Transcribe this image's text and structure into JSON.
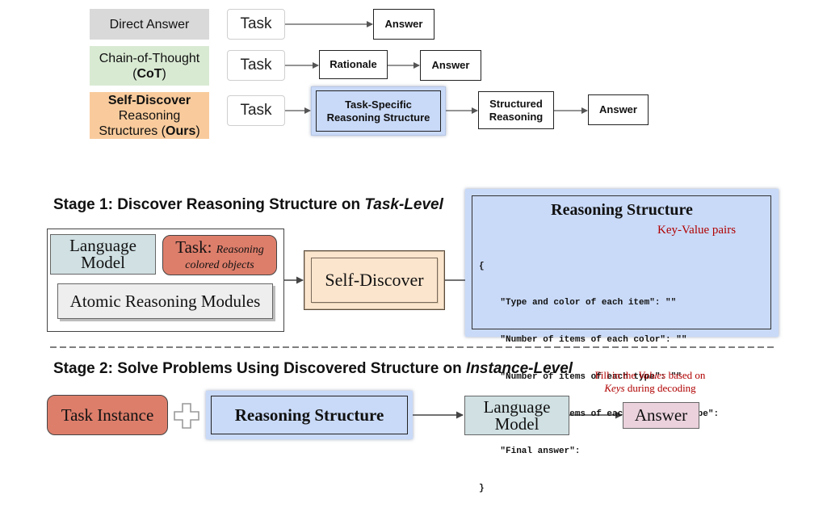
{
  "top": {
    "methods": {
      "direct": "Direct Answer",
      "cot_line1": "Chain-of-Thought",
      "cot_paren_open": "(",
      "cot_bold": "CoT",
      "cot_paren_close": ")",
      "sd_bold": "Self-Discover",
      "sd_line2": "Reasoning",
      "sd_line3_prefix": "Structures (",
      "sd_line3_bold": "Ours",
      "sd_line3_suffix": ")"
    },
    "task_label": "Task",
    "answer_label": "Answer",
    "rationale_label": "Rationale",
    "tsrs_line1": "Task-Specific",
    "tsrs_line2": "Reasoning Structure",
    "structured_line1": "Structured",
    "structured_line2": "Reasoning"
  },
  "stage1": {
    "heading_prefix": "Stage 1: Discover Reasoning Structure on ",
    "heading_italic": "Task-Level",
    "language_model_line1": "Language",
    "language_model_line2": "Model",
    "task_prefix": "Task: ",
    "task_italic_line1": "Reasoning",
    "task_italic_line2": "colored objects",
    "atomic_modules": "Atomic Reasoning Modules",
    "self_discover": "Self-Discover",
    "rs_title": "Reasoning Structure",
    "kv_annotation": "Key-Value pairs",
    "code_lines": [
      "{",
      "    \"Type and color of each item\": \"\"",
      "    \"Number of items of each color\": \"\"",
      "    \"Number of items of each type\": \"\"",
      "    \"Number of items of each color and type\":",
      "    \"Final answer\":",
      "}"
    ]
  },
  "stage2": {
    "heading_prefix": "Stage 2: Solve Problems Using Discovered Structure on ",
    "heading_italic": "Instance-Level",
    "task_instance": "Task Instance",
    "reasoning_structure": "Reasoning Structure",
    "language_model_line1": "Language",
    "language_model_line2": "Model",
    "answer": "Answer",
    "note_line1_prefix": "Fill in the ",
    "note_line1_italic": "Values",
    "note_line1_suffix": " based on",
    "note_line2_italic": "Keys",
    "note_line2_suffix": " during decoding"
  },
  "colors": {
    "gray_fill": "#d9d9d9",
    "green_fill": "#d9ead3",
    "orange_fill": "#f9cb9c",
    "blue_fill": "#c9daf8",
    "teal_fill": "#d0e0e3",
    "salmon_fill": "#dd7e6b",
    "pink_fill": "#ead1dc",
    "beige_fill": "#fce5cd",
    "annotation_red": "#b00000"
  }
}
